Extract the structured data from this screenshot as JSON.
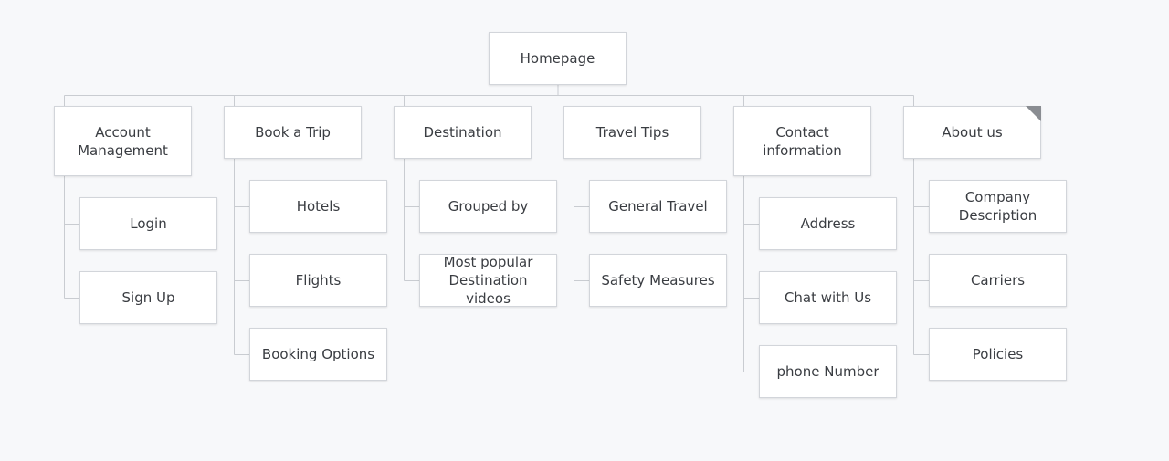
{
  "sitemap": {
    "root": {
      "label": "Homepage"
    },
    "sections": [
      {
        "id": "account",
        "label": "Account\nManagement",
        "children": [
          "Login",
          "Sign Up"
        ]
      },
      {
        "id": "book-trip",
        "label": "Book a Trip",
        "children": [
          "Hotels",
          "Flights",
          "Booking Options"
        ]
      },
      {
        "id": "destination",
        "label": "Destination",
        "children": [
          "Grouped by",
          "Most popular\nDestination videos"
        ]
      },
      {
        "id": "travel-tips",
        "label": "Travel Tips",
        "children": [
          "General Travel",
          "Safety Measures"
        ]
      },
      {
        "id": "contact",
        "label": "Contact\ninformation",
        "children": [
          "Address",
          "Chat with Us",
          "phone Number"
        ]
      },
      {
        "id": "about",
        "label": "About us",
        "children": [
          "Company\nDescription",
          "Carriers",
          "Policies"
        ]
      }
    ]
  },
  "colors": {
    "background": "#f7f8fa",
    "node_fill": "#ffffff",
    "node_border": "#d2d5da",
    "connector": "#c9ccd1",
    "text": "#3a3d42",
    "corner_fold": "#8a8d92"
  }
}
